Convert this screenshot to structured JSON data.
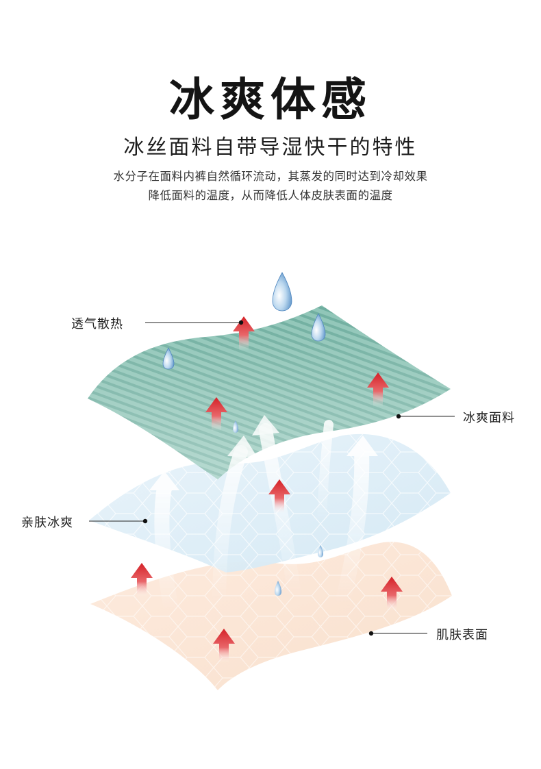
{
  "header": {
    "title": "冰爽体感",
    "subtitle": "冰丝面料自带导湿快干的特性",
    "description": [
      "水分子在面料内裤自然循环流动，其蒸发的同时达到冷却效果",
      "降低面料的温度，从而降低人体皮肤表面的温度"
    ]
  },
  "callouts": {
    "breathable": "透气散热",
    "cool_fabric": "冰爽面料",
    "skin_cool": "亲肤冰爽",
    "skin_surface": "肌肤表面"
  },
  "colors": {
    "fabric_green": "#8ec4b6",
    "fabric_blue": "#dcecf6",
    "skin_peach": "#fbe6d7",
    "heat_arrow": "#d6262c",
    "water_drop": "#6fa6d6"
  },
  "icons": [
    "water-drop-icon",
    "heat-arrow-icon",
    "airflow-arrow-icon"
  ]
}
